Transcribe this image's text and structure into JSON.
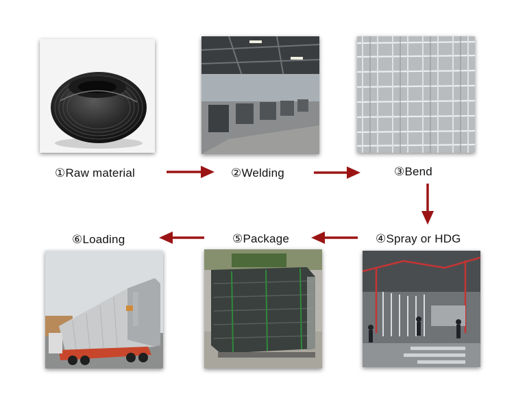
{
  "steps": [
    {
      "label": "①Raw  material",
      "icon": "wire-coil-photo"
    },
    {
      "label": "②Welding",
      "icon": "welding-workshop-photo"
    },
    {
      "label": "③Bend",
      "icon": "bent-mesh-panels-photo"
    },
    {
      "label": "④Spray  or  HDG",
      "icon": "spray-galvanizing-line-photo"
    },
    {
      "label": "⑤Package",
      "icon": "packaged-pallet-photo"
    },
    {
      "label": "⑥Loading",
      "icon": "container-truck-photo"
    }
  ],
  "colors": {
    "arrow": "#9b1414",
    "label": "#111111",
    "background": "#ffffff"
  }
}
